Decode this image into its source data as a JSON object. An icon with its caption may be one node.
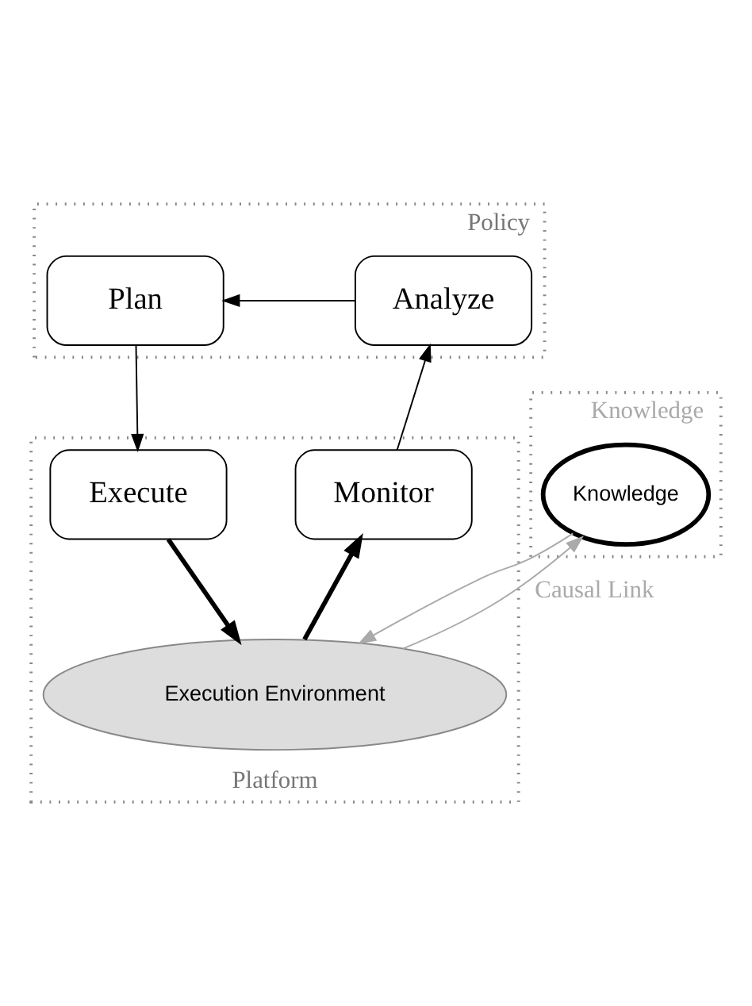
{
  "diagram": {
    "nodes": [
      {
        "text": [
          "Policy"
        ]
      },
      {
        "text": [
          "Plan"
        ],
        "in": 0
      },
      {
        "text": [
          "Analyze"
        ],
        "in": 0
      },
      {
        "text": [
          "Knowledge"
        ]
      },
      {
        "text": [
          "Knowledge"
        ],
        "in": 3
      },
      {
        "text": [
          "Platform"
        ]
      },
      {
        "text": [
          "Execute"
        ],
        "in": 5
      },
      {
        "text": [
          "Monitor"
        ],
        "in": 5
      },
      {
        "text": [
          "Execution Environment"
        ],
        "in": 5
      }
    ],
    "edges": [
      {
        "from": 2,
        "to": 1,
        "arrow": "to"
      },
      {
        "from": 1,
        "to": 6,
        "arrow": "to"
      },
      {
        "from": 7,
        "to": 2,
        "arrow": "to"
      },
      {
        "from": 6,
        "to": 8,
        "arrow": "to",
        "style": "thick"
      },
      {
        "from": 8,
        "to": 7,
        "arrow": "to",
        "style": "thick"
      },
      {
        "from": 8,
        "to": 4,
        "arrow": "to",
        "color": "#aaaaaa",
        "label": "Causal Link"
      },
      {
        "from": 4,
        "to": 8,
        "arrow": "to",
        "color": "#aaaaaa"
      }
    ]
  }
}
